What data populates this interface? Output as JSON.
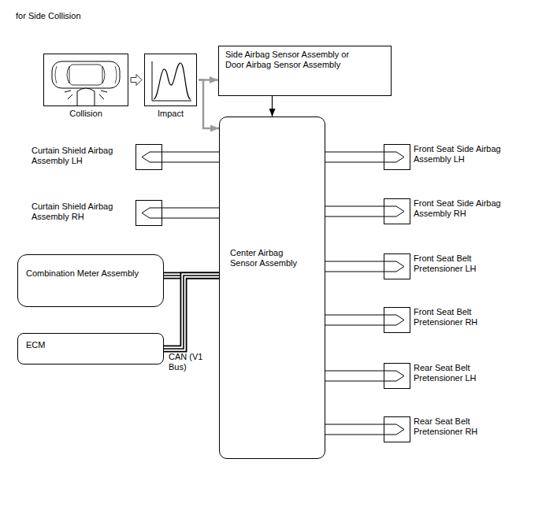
{
  "diagram": {
    "title": "for Side Collision",
    "nodes": [
      {
        "text": [
          "Collision"
        ]
      },
      {
        "text": [
          "Impact"
        ]
      },
      {
        "text": [
          "Side Airbag Sensor Assembly or Door Airbag Sensor Assembly"
        ]
      },
      {
        "text": [
          "Curtain Shield Airbag Assembly LH"
        ]
      },
      {
        "text": [
          "Curtain Shield Airbag Assembly RH"
        ]
      },
      {
        "text": [
          "Center Airbag Sensor Assembly"
        ]
      },
      {
        "text": [
          "Front Seat Side Airbag Assembly LH"
        ]
      },
      {
        "text": [
          "Front Seat Side Airbag Assembly RH"
        ]
      },
      {
        "text": [
          "Combination Meter Assembly"
        ]
      },
      {
        "text": [
          "ECM"
        ]
      },
      {
        "text": [
          "Front Seat Belt Pretensioner LH"
        ]
      },
      {
        "text": [
          "Front Seat Belt Pretensioner RH"
        ]
      },
      {
        "text": [
          "Rear Seat Belt Pretensioner LH"
        ]
      },
      {
        "text": [
          "Rear Seat Belt Pretensioner RH"
        ]
      }
    ],
    "edges": [
      {
        "from": 0,
        "to": 1,
        "arrow": "to"
      },
      {
        "from": 1,
        "to": 2,
        "arrow": "to"
      },
      {
        "from": 1,
        "to": 5,
        "arrow": "to"
      },
      {
        "from": 2,
        "to": 5,
        "arrow": "to"
      },
      {
        "from": 5,
        "to": 3,
        "arrow": "none"
      },
      {
        "from": 5,
        "to": 4,
        "arrow": "none"
      },
      {
        "from": 5,
        "to": 6,
        "arrow": "none"
      },
      {
        "from": 5,
        "to": 7,
        "arrow": "none"
      },
      {
        "from": 5,
        "to": 8,
        "arrow": "none"
      },
      {
        "from": 5,
        "to": 9,
        "arrow": "none"
      },
      {
        "from": 5,
        "to": 10,
        "arrow": "none"
      },
      {
        "from": 5,
        "to": 11,
        "arrow": "none"
      },
      {
        "from": 5,
        "to": 12,
        "arrow": "none"
      },
      {
        "from": 5,
        "to": 13,
        "arrow": "none"
      }
    ],
    "labels": [
      "CAN (V1 Bus)"
    ]
  }
}
